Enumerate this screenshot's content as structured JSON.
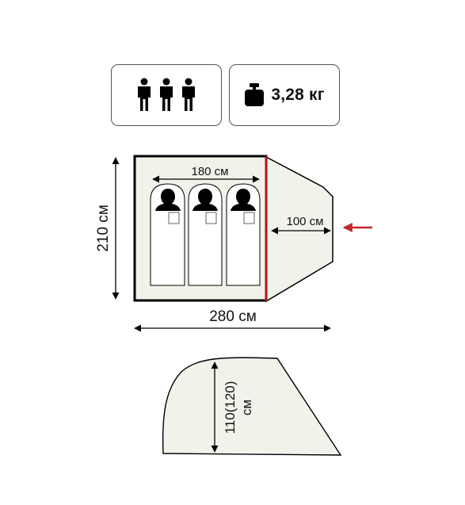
{
  "badges": {
    "people_icon": "three-persons-icon",
    "weight_icon": "bag-icon",
    "weight_label": "3,28 кг"
  },
  "floor_plan": {
    "inner_width_label": "180 см",
    "vestibule_depth_label": "100 см",
    "length_label": "280 см",
    "depth_label": "210 см",
    "entrance_arrow_color": "#c0272d",
    "divider_color": "#b5121b",
    "tent_fill": "#f1f3ea",
    "sleeper_count": 3
  },
  "side_view": {
    "height_label_line1": "110(120)",
    "height_label_line2": "см"
  }
}
